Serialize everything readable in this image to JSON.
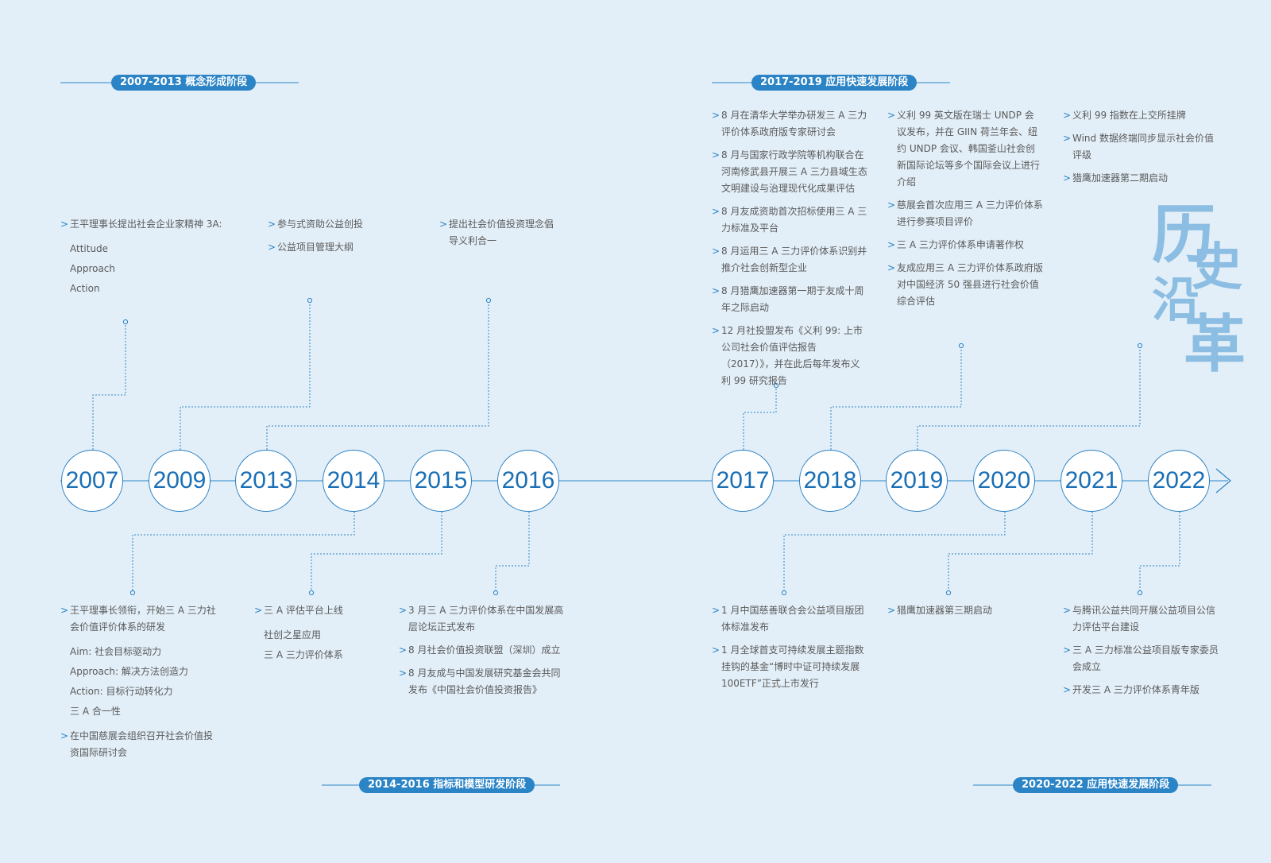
{
  "title": {
    "line1": [
      "历",
      "史"
    ],
    "line2": [
      "沿",
      "革"
    ]
  },
  "colors": {
    "accent": "#2b84c6",
    "background": "#e3eff8",
    "year_text": "#1a6fb5"
  },
  "phases": {
    "p2007_2013": "2007-2013 概念形成阶段",
    "p2014_2016": "2014-2016 指标和模型研发阶段",
    "p2017_2019": "2017-2019 应用快速发展阶段",
    "p2020_2022": "2020-2022 应用快速发展阶段"
  },
  "years": [
    "2007",
    "2009",
    "2013",
    "2014",
    "2015",
    "2016",
    "2017",
    "2018",
    "2019",
    "2020",
    "2021",
    "2022"
  ],
  "events": {
    "y2007": {
      "items": [
        "王平理事长提出社会企业家精神 3A:"
      ],
      "sub": [
        "Attitude",
        "Approach",
        "Action"
      ]
    },
    "y2009": {
      "items": [
        "参与式资助公益创投",
        "公益项目管理大纲"
      ]
    },
    "y2013": {
      "items": [
        "提出社会价值投资理念倡导义利合一"
      ]
    },
    "y2014": {
      "item1": "王平理事长领衔，开始三 A 三力社会价值评价体系的研发",
      "sub": [
        "Aim: 社会目标驱动力",
        "Approach: 解决方法创造力",
        "Action: 目标行动转化力",
        "三 A 合一性"
      ],
      "item2": "在中国慈展会组织召开社会价值投资国际研讨会"
    },
    "y2015": {
      "item1": "三 A 评估平台上线",
      "sub": [
        "社创之星应用",
        "三 A 三力评价体系"
      ]
    },
    "y2016": {
      "items": [
        "3 月三 A 三力评价体系在中国发展高层论坛正式发布",
        "8 月社会价值投资联盟（深圳）成立",
        "8 月友成与中国发展研究基金会共同发布《中国社会价值投资报告》"
      ]
    },
    "y2017": {
      "items": [
        "8 月在清华大学举办研发三 A 三力评价体系政府版专家研讨会",
        "8 月与国家行政学院等机构联合在河南修武县开展三 A 三力县域生态文明建设与治理现代化成果评估",
        "8 月友成资助首次招标使用三 A 三力标准及平台",
        "8 月运用三 A 三力评价体系识别并推介社会创新型企业",
        "8 月猎鹰加速器第一期于友成十周年之际启动",
        "12 月社投盟发布《义利 99: 上市公司社会价值评估报告（2017）》，并在此后每年发布义利 99 研究报告"
      ]
    },
    "y2018": {
      "items": [
        "义利 99 英文版在瑞士 UNDP 会议发布，并在 GIIN 荷兰年会、纽约 UNDP 会议、韩国釜山社会创新国际论坛等多个国际会议上进行介绍",
        "慈展会首次应用三 A 三力评价体系进行参赛项目评价",
        "三 A 三力评价体系申请著作权",
        "友成应用三 A 三力评价体系政府版对中国经济 50 强县进行社会价值综合评估"
      ]
    },
    "y2019": {
      "items": [
        "义利 99 指数在上交所挂牌",
        "Wind 数据终端同步显示社会价值评级",
        "猎鹰加速器第二期启动"
      ]
    },
    "y2020": {
      "items": [
        "1 月中国慈善联合会公益项目版团体标准发布",
        "1 月全球首支可持续发展主题指数挂钩的基金“博时中证可持续发展 100ETF”正式上市发行"
      ]
    },
    "y2021": {
      "items": [
        "猎鹰加速器第三期启动"
      ]
    },
    "y2022": {
      "items": [
        "与腾讯公益共同开展公益项目公信力评估平台建设",
        "三 A 三力标准公益项目版专家委员会成立",
        "开发三 A 三力评价体系青年版"
      ]
    }
  }
}
